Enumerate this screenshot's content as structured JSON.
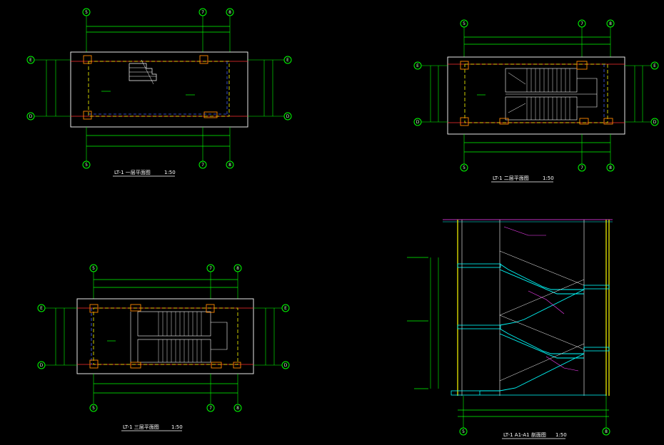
{
  "drawings": {
    "plan1": {
      "title": "LT-1  一层平面图",
      "scale": "1:50"
    },
    "plan2": {
      "title": "LT-1  二层平面图",
      "scale": "1:50"
    },
    "plan3": {
      "title": "LT-1  三层平面图",
      "scale": "1:50"
    },
    "section": {
      "title": "LT-1  A1-A1 剖面图",
      "scale": "1:50"
    }
  },
  "axes": {
    "columns": [
      "5",
      "7",
      "8"
    ],
    "rows": [
      "E",
      "D"
    ]
  },
  "colors": {
    "background": "#000000",
    "dimension": "#00ff00",
    "wall": "#ffffff",
    "red": "#ff3030",
    "yellow": "#ffff00",
    "blue": "#4060ff",
    "cyan": "#00ffff",
    "magenta": "#ff40ff",
    "hatch": "#ff8800"
  }
}
